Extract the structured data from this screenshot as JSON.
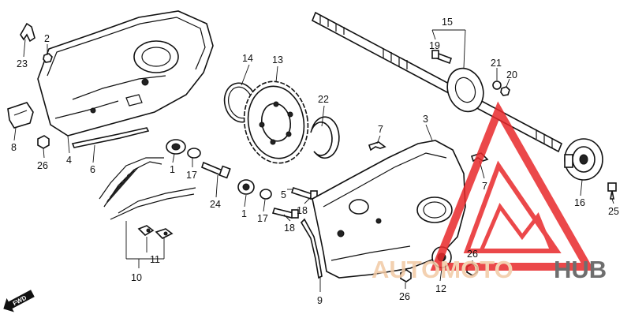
{
  "diagram": {
    "callouts": [
      {
        "id": "c23",
        "text": "23"
      },
      {
        "id": "c2",
        "text": "2"
      },
      {
        "id": "c8",
        "text": "8"
      },
      {
        "id": "c26a",
        "text": "26"
      },
      {
        "id": "c4",
        "text": "4"
      },
      {
        "id": "c6",
        "text": "6"
      },
      {
        "id": "c1a",
        "text": "1"
      },
      {
        "id": "c17a",
        "text": "17"
      },
      {
        "id": "c24",
        "text": "24"
      },
      {
        "id": "c14",
        "text": "14"
      },
      {
        "id": "c13",
        "text": "13"
      },
      {
        "id": "c22",
        "text": "22"
      },
      {
        "id": "c7a",
        "text": "7"
      },
      {
        "id": "c3",
        "text": "3"
      },
      {
        "id": "c15",
        "text": "15"
      },
      {
        "id": "c19",
        "text": "19"
      },
      {
        "id": "c21",
        "text": "21"
      },
      {
        "id": "c20",
        "text": "20"
      },
      {
        "id": "c7b",
        "text": "7"
      },
      {
        "id": "c16",
        "text": "16"
      },
      {
        "id": "c25",
        "text": "25"
      },
      {
        "id": "c1b",
        "text": "1"
      },
      {
        "id": "c17b",
        "text": "17"
      },
      {
        "id": "c5",
        "text": "5"
      },
      {
        "id": "c18a",
        "text": "18"
      },
      {
        "id": "c18b",
        "text": "18"
      },
      {
        "id": "c11",
        "text": "11"
      },
      {
        "id": "c10",
        "text": "10"
      },
      {
        "id": "c9",
        "text": "9"
      },
      {
        "id": "c12",
        "text": "12"
      },
      {
        "id": "c26b",
        "text": "26"
      },
      {
        "id": "c26c",
        "text": "26"
      }
    ],
    "direction_marker": "FWD"
  },
  "watermark": {
    "text_light": "AUTOMOTO",
    "text_dark": "HUB",
    "colors": {
      "logo_red": "#e8292b",
      "text_light": "#f2c9a4",
      "text_dark": "#555555"
    }
  }
}
